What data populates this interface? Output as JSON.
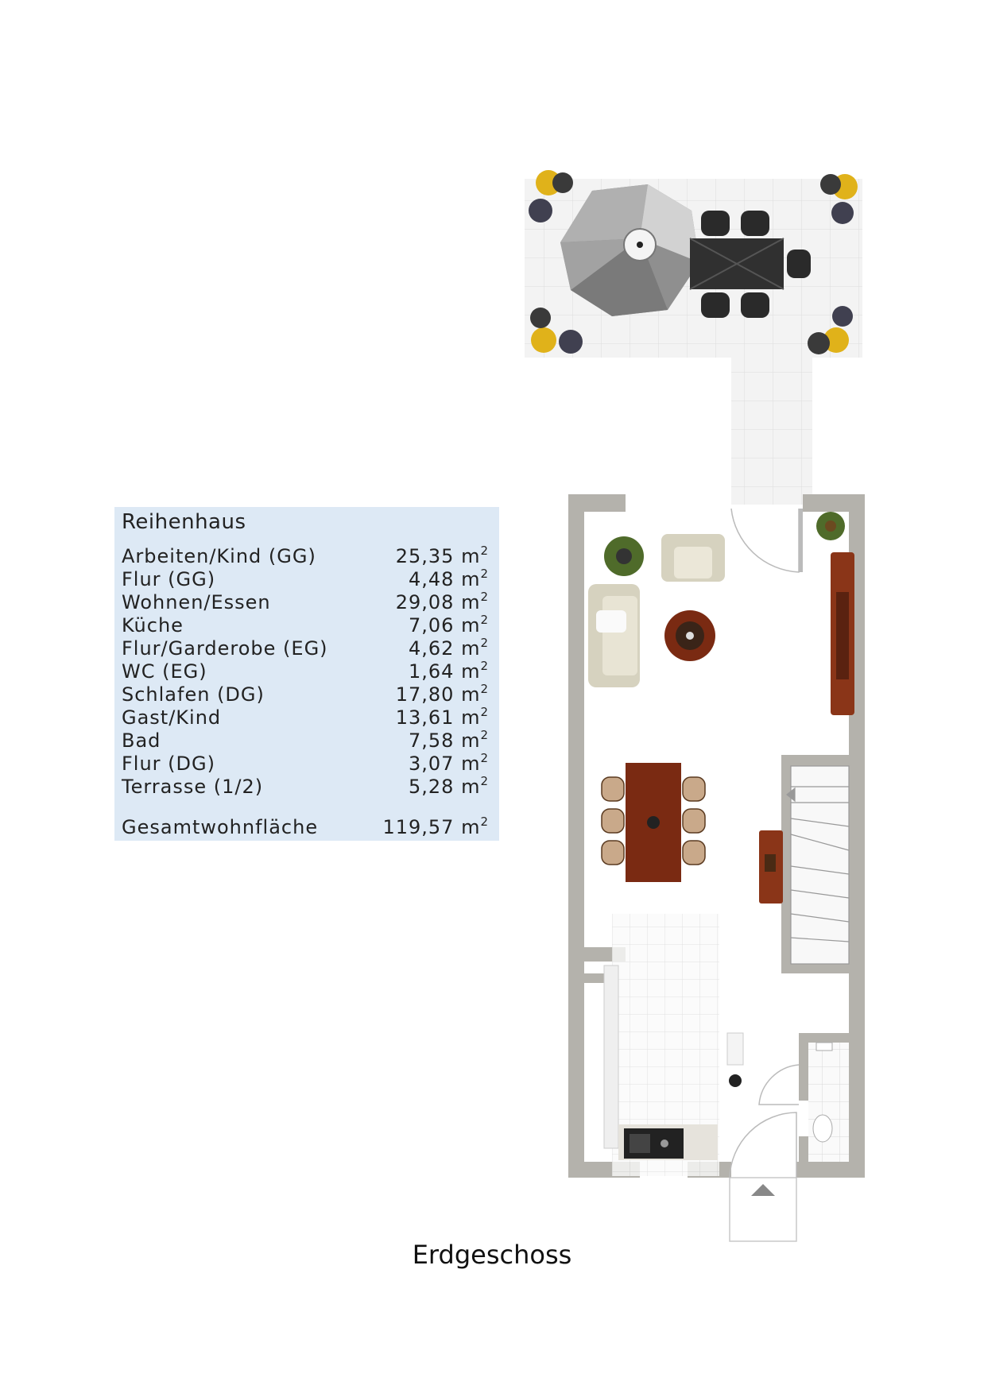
{
  "area_table": {
    "title": "Reihenhaus",
    "rooms": [
      {
        "name": "Arbeiten/Kind (GG)",
        "area": "25,35 m",
        "unit_exp": "2"
      },
      {
        "name": "Flur (GG)",
        "area": "4,48 m",
        "unit_exp": "2"
      },
      {
        "name": "Wohnen/Essen",
        "area": "29,08 m",
        "unit_exp": "2"
      },
      {
        "name": "Küche",
        "area": "7,06 m",
        "unit_exp": "2"
      },
      {
        "name": "Flur/Garderobe (EG)",
        "area": "4,62 m",
        "unit_exp": "2"
      },
      {
        "name": "WC (EG)",
        "area": "1,64 m",
        "unit_exp": "2"
      },
      {
        "name": "Schlafen (DG)",
        "area": "17,80 m",
        "unit_exp": "2"
      },
      {
        "name": "Gast/Kind",
        "area": "13,61 m",
        "unit_exp": "2"
      },
      {
        "name": "Bad",
        "area": "7,58 m",
        "unit_exp": "2"
      },
      {
        "name": "Flur (DG)",
        "area": "3,07 m",
        "unit_exp": "2"
      },
      {
        "name": "Terrasse (1/2)",
        "area": "5,28 m",
        "unit_exp": "2"
      }
    ],
    "total": {
      "name": "Gesamtwohnfläche",
      "area": "119,57 m",
      "unit_exp": "2"
    },
    "background_color": "#dde9f5"
  },
  "floor_caption": "Erdgeschoss",
  "colors": {
    "wall": "#b4b2ac",
    "furniture_wood": "#7a2a12",
    "plant_green": "#4f6b2a",
    "flower_yellow": "#e0b21a",
    "umbrella_gray": "#9a9a9a",
    "paving": "#f1f1f1"
  },
  "plan_items": [
    "terrace-umbrella-icon",
    "terrace-table-icon",
    "plant-icon",
    "sofa-icon",
    "armchair-icon",
    "coffee-table-icon",
    "sideboard-icon",
    "dining-table-icon",
    "staircase-icon",
    "kitchen-sink-icon",
    "stove-icon",
    "toilet-icon",
    "entrance-arrow-icon"
  ]
}
